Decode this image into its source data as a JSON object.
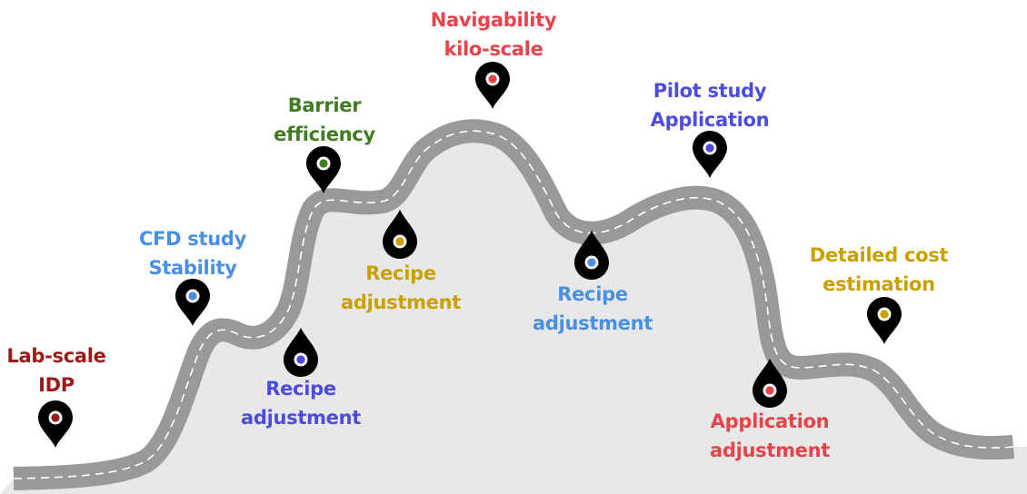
{
  "colors": {
    "road": "#999999",
    "road_dash": "#ffffff",
    "fill": "#e8e8e8",
    "pin": "#000000",
    "dark_red": "#9b1a1a",
    "red": "#e8434b",
    "green": "#3f7d1f",
    "light_blue": "#4a90e2",
    "blue": "#4c4ce0",
    "gold": "#c9a000"
  },
  "milestones": [
    {
      "id": "lab-scale",
      "lines": [
        "Lab-scale",
        "IDP"
      ],
      "color": "dark_red",
      "pin_type": "map-pin-icon"
    },
    {
      "id": "cfd-study",
      "lines": [
        "CFD study",
        "Stability"
      ],
      "color": "light_blue",
      "pin_type": "map-pin-icon"
    },
    {
      "id": "recipe-adjustment-1",
      "lines": [
        "Recipe",
        "adjustment"
      ],
      "color": "blue",
      "pin_type": "drop-pin-icon"
    },
    {
      "id": "barrier-efficiency",
      "lines": [
        "Barrier",
        "efficiency"
      ],
      "color": "green",
      "pin_type": "map-pin-icon"
    },
    {
      "id": "recipe-adjustment-2",
      "lines": [
        "Recipe",
        "adjustment"
      ],
      "color": "gold",
      "pin_type": "drop-pin-icon"
    },
    {
      "id": "navigability",
      "lines": [
        "Navigability",
        "kilo-scale"
      ],
      "color": "red",
      "pin_type": "map-pin-icon"
    },
    {
      "id": "recipe-adjustment-3",
      "lines": [
        "Recipe",
        "adjustment"
      ],
      "color": "light_blue",
      "pin_type": "drop-pin-icon"
    },
    {
      "id": "pilot-study",
      "lines": [
        "Pilot study",
        "Application"
      ],
      "color": "blue",
      "pin_type": "map-pin-icon"
    },
    {
      "id": "application-adjustment",
      "lines": [
        "Application",
        "adjustment"
      ],
      "color": "red",
      "pin_type": "drop-pin-icon"
    },
    {
      "id": "detailed-cost",
      "lines": [
        "Detailed cost",
        "estimation"
      ],
      "color": "gold",
      "pin_type": "map-pin-icon"
    }
  ]
}
